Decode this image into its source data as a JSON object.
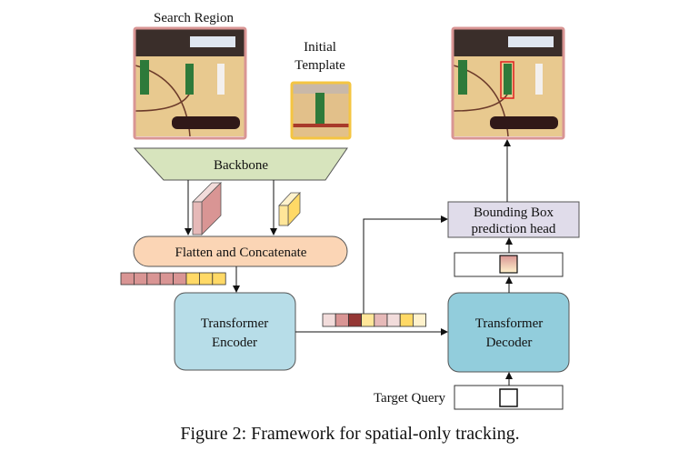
{
  "labels": {
    "search_region": "Search Region",
    "initial_template_line1": "Initial",
    "initial_template_line2": "Template",
    "backbone": "Backbone",
    "flatten": "Flatten and Concatenate",
    "encoder_line1": "Transformer",
    "encoder_line2": "Encoder",
    "decoder_line1": "Transformer",
    "decoder_line2": "Decoder",
    "head_line1": "Bounding Box",
    "head_line2": "prediction head",
    "target_query": "Target Query"
  },
  "caption": "Figure 2: Framework for spatial-only tracking.",
  "colors": {
    "search_border": "#d99594",
    "template_border": "#f4c542",
    "output_bbox": "#e02020",
    "backbone_fill": "#d7e4bd",
    "flatten_fill": "#fbd5b5",
    "encoder_fill": "#b7dde8",
    "decoder_fill": "#92cddc",
    "head_fill": "#e0dcea"
  },
  "token_sequence_input": [
    "#d99594",
    "#d99594",
    "#d99594",
    "#d99594",
    "#d99594",
    "#ffd966",
    "#ffd966",
    "#ffd966"
  ],
  "token_sequence_encoded": [
    "#f2dcdb",
    "#d99594",
    "#953735",
    "#ffe699",
    "#e6b9b8",
    "#f2dcdb",
    "#ffd966",
    "#fff2cc"
  ]
}
